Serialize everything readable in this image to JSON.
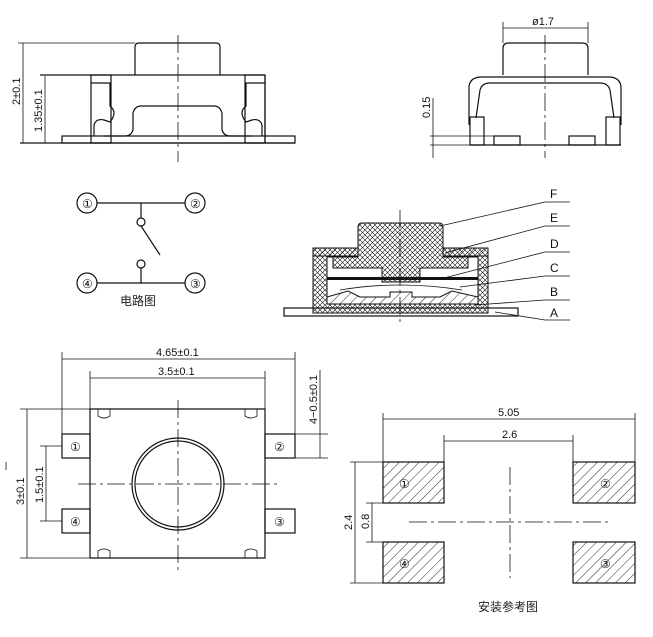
{
  "side_view": {
    "height_total": "2±0.1",
    "height_body": "1.35±0.1"
  },
  "front_view": {
    "button_diameter": "ø1.7",
    "standoff": "0.15"
  },
  "circuit": {
    "title": "电路图",
    "pins": [
      "①",
      "②",
      "③",
      "④"
    ]
  },
  "cross_section": {
    "labels": [
      "F",
      "E",
      "D",
      "C",
      "B",
      "A"
    ]
  },
  "top_view": {
    "width_total": "4.65±0.1",
    "width_body": "3.5±0.1",
    "height_total": "3±0.1",
    "pin_pitch": "1.5±0.1",
    "pin_width": "4−0.5±0.1",
    "pins": [
      "①",
      "②",
      "③",
      "④"
    ]
  },
  "footprint": {
    "title": "安装参考图",
    "width_total": "5.05",
    "gap": "2.6",
    "height_total": "2.4",
    "pad_gap": "0.8",
    "pads": [
      "①",
      "②",
      "③",
      "④"
    ]
  }
}
